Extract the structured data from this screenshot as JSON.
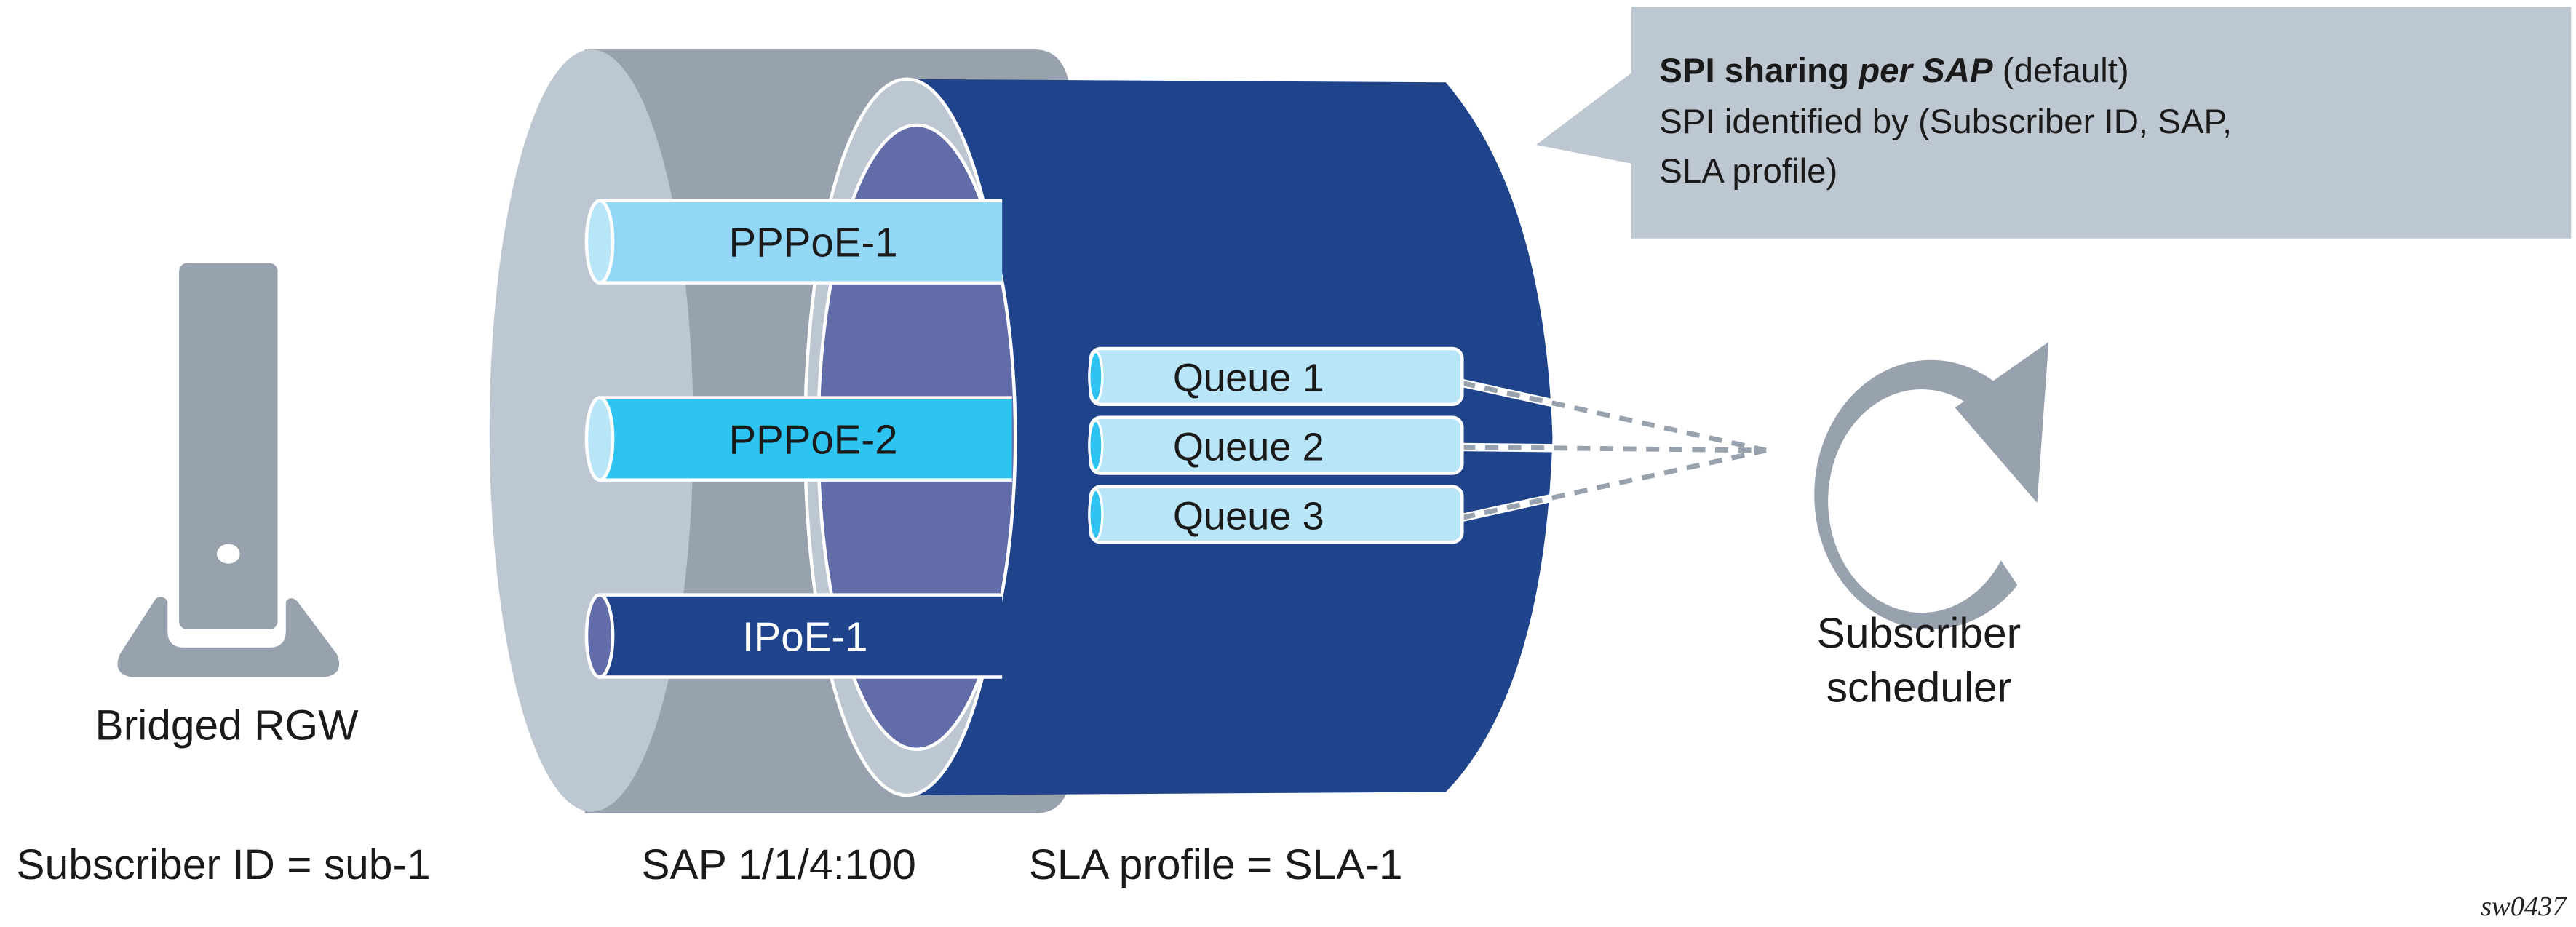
{
  "callout": {
    "title_bold": "SPI sharing ",
    "title_italic": "per SAP",
    "title_suffix": " (default)",
    "line2": "SPI identified by (Subscriber ID, SAP,",
    "line3": "SLA profile)"
  },
  "device": {
    "label": "Bridged RGW",
    "subscriber_id_label": "Subscriber ID = sub-1"
  },
  "sap": {
    "label": "SAP 1/1/4:100",
    "sessions": [
      {
        "label": "PPPoE-1",
        "color": "#92d7f5"
      },
      {
        "label": "PPPoE-2",
        "color": "#2ec4f2"
      },
      {
        "label": "IPoE-1",
        "color": "#1f448c"
      }
    ]
  },
  "sla": {
    "label": "SLA profile = SLA-1",
    "queues": [
      {
        "label": "Queue 1"
      },
      {
        "label": "Queue 2"
      },
      {
        "label": "Queue 3"
      }
    ]
  },
  "scheduler": {
    "line1": "Subscriber",
    "line2": "scheduler"
  },
  "figure_tag": "sw0437",
  "colors": {
    "gray_dark": "#98a2ae",
    "gray_light": "#bdc7d1",
    "blue_dark": "#1f448c",
    "purple": "#616ca8",
    "queue_fill": "#b9e5f8"
  }
}
